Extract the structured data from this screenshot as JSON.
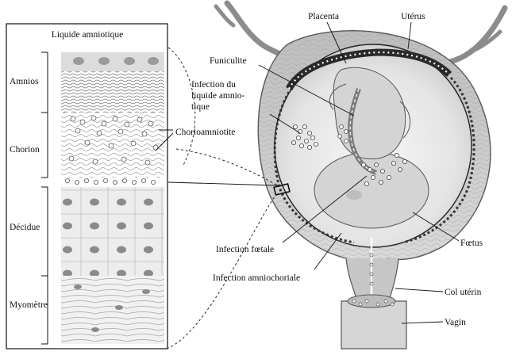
{
  "figure": {
    "inset": {
      "title": "Liquide amniotique",
      "layers": [
        {
          "key": "amnios",
          "label": "Amnios"
        },
        {
          "key": "chorion",
          "label": "Chorion"
        },
        {
          "key": "decidue",
          "label": "Décidue"
        },
        {
          "key": "myometre",
          "label": "Myomètre"
        }
      ]
    },
    "labels": {
      "chorioamniotite": "Chorioamniotite",
      "placenta": "Placenta",
      "uterus": "Utérus",
      "funiculite": "Funiculite",
      "infection_liquide_line1": "Infection du",
      "infection_liquide_line2": "liquide amnio-",
      "infection_liquide_line3": "tique",
      "infection_foetale": "Infection fœtale",
      "infection_amniochoriale": "Infection amniochoriale",
      "foetus": "Fœtus",
      "col_uterin": "Col utérin",
      "vagin": "Vagin"
    }
  }
}
